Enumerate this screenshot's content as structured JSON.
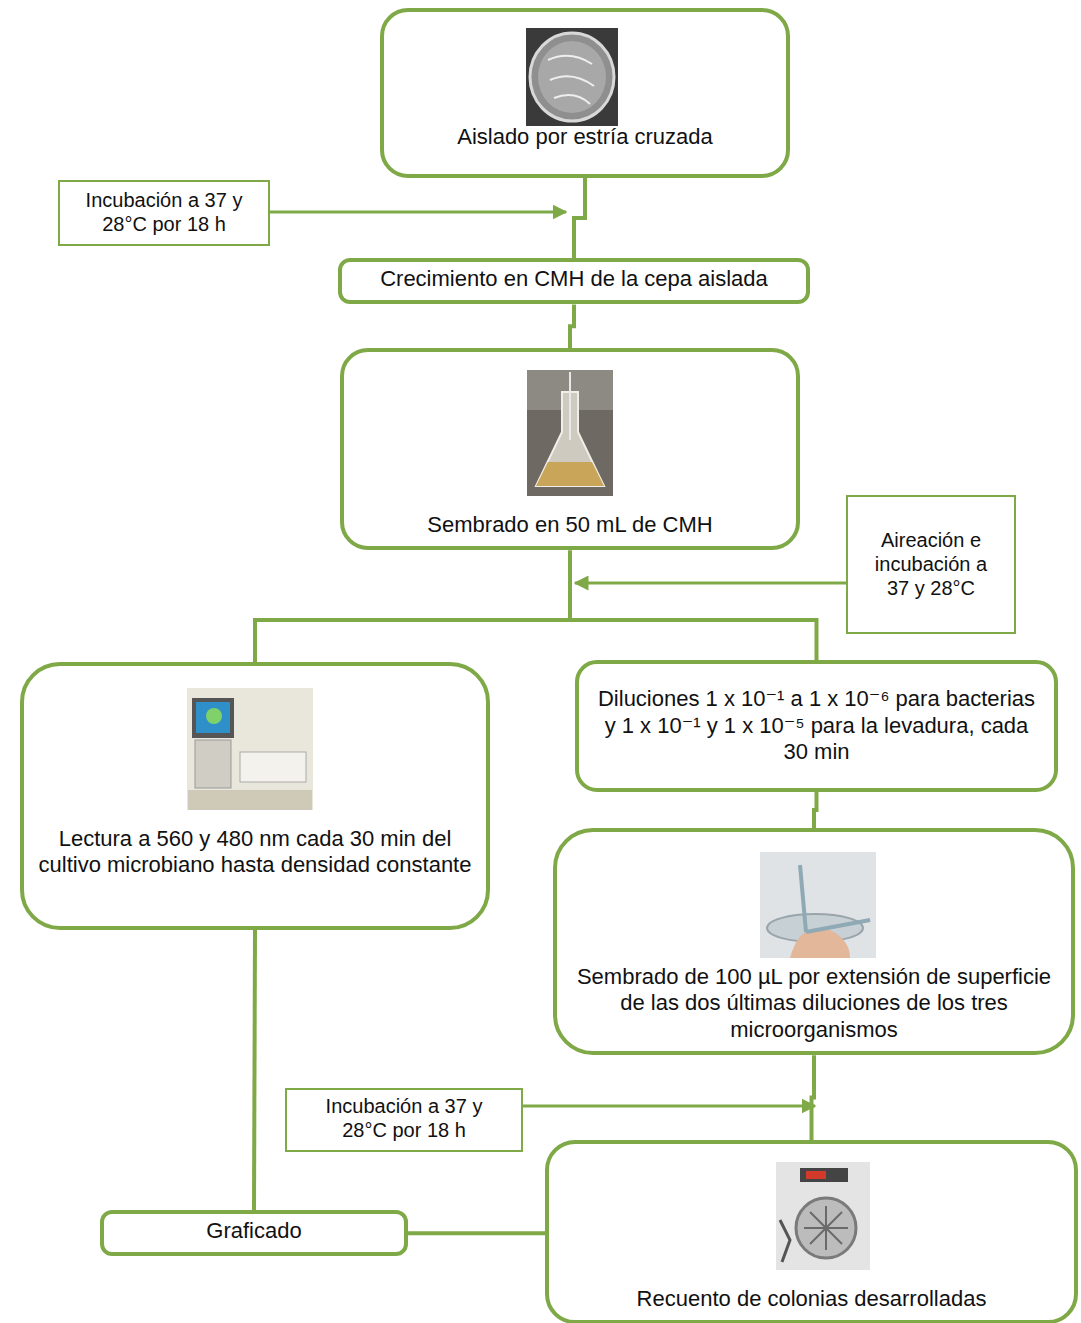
{
  "diagram": {
    "nodes": [
      {
        "text": [
          "Aislado por estría cruzada"
        ]
      },
      {
        "text": [
          "Incubación a 37 y 28°C por 18 h"
        ]
      },
      {
        "text": [
          "Crecimiento en CMH de la cepa aislada"
        ]
      },
      {
        "text": [
          "Sembrado en 50 mL de CMH"
        ]
      },
      {
        "text": [
          "Aireación e incubación a 37 y 28°C"
        ]
      },
      {
        "text": [
          "Lectura a 560 y 480 nm cada 30 min del cultivo microbiano hasta densidad constante"
        ]
      },
      {
        "text": [
          "Diluciones 1 x 10⁻¹ a 1 x 10⁻⁶ para bacterias y 1 x 10⁻¹ y 1 x 10⁻⁵ para la levadura, cada 30 min"
        ]
      },
      {
        "text": [
          "Sembrado de 100 µL por extensión de superficie de las dos últimas diluciones de los tres microorganismos"
        ]
      },
      {
        "text": [
          "Incubación a 37 y 28°C por 18 h"
        ]
      },
      {
        "text": [
          "Graficado"
        ]
      },
      {
        "text": [
          "Recuento de colonias desarrolladas"
        ]
      }
    ],
    "edges": [
      {
        "from": 0,
        "to": 2,
        "arrow": "none"
      },
      {
        "from": 2,
        "to": 3,
        "arrow": "none"
      },
      {
        "from": 3,
        "to": 5,
        "arrow": "none"
      },
      {
        "from": 3,
        "to": 6,
        "arrow": "none"
      },
      {
        "from": 6,
        "to": 7,
        "arrow": "none"
      },
      {
        "from": 7,
        "to": 10,
        "arrow": "none"
      },
      {
        "from": 5,
        "to": 9,
        "arrow": "none"
      },
      {
        "from": 10,
        "to": 9,
        "arrow": "none"
      }
    ]
  }
}
